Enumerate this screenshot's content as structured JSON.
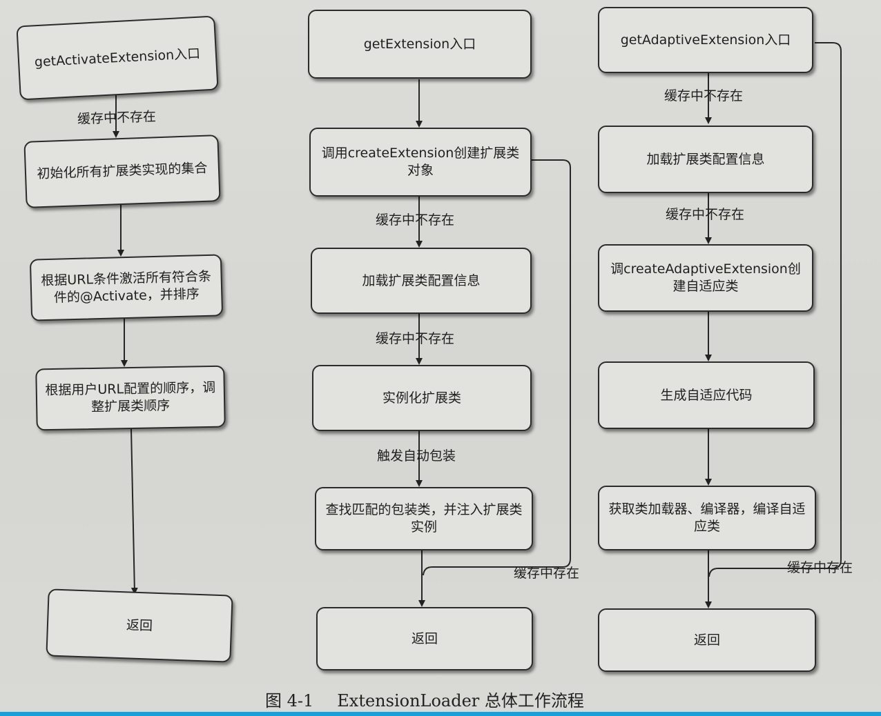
{
  "col1": {
    "entry": "getActivateExtension入口",
    "cache_miss": "缓存中不存在",
    "init": "初始化所有扩展类实现的集合",
    "activate": "根据URL条件激活所有符合条件的@Activate，并排序",
    "reorder": "根据用户URL配置的顺序，调整扩展类顺序",
    "return": "返回"
  },
  "col2": {
    "entry": "getExtension入口",
    "create": "调用createExtension创建扩展类对象",
    "cache_miss_1": "缓存中不存在",
    "load": "加载扩展类配置信息",
    "cache_miss_2": "缓存中不存在",
    "instantiate": "实例化扩展类",
    "wrap": "触发自动包装",
    "inject": "查找匹配的包装类，并注入扩展类实例",
    "cache_hit": "缓存中存在",
    "return": "返回"
  },
  "col3": {
    "entry": "getAdaptiveExtension入口",
    "cache_miss_1": "缓存中不存在",
    "load": "加载扩展类配置信息",
    "cache_miss_2": "缓存中不存在",
    "create": "调createAdaptiveExtension创建自适应类",
    "generate": "生成自适应代码",
    "compile": "获取类加载器、编译器，编译自适应类",
    "cache_hit": "缓存中存在",
    "return": "返回"
  },
  "caption": {
    "number": "图 4-1",
    "title": "ExtensionLoader 总体工作流程"
  }
}
